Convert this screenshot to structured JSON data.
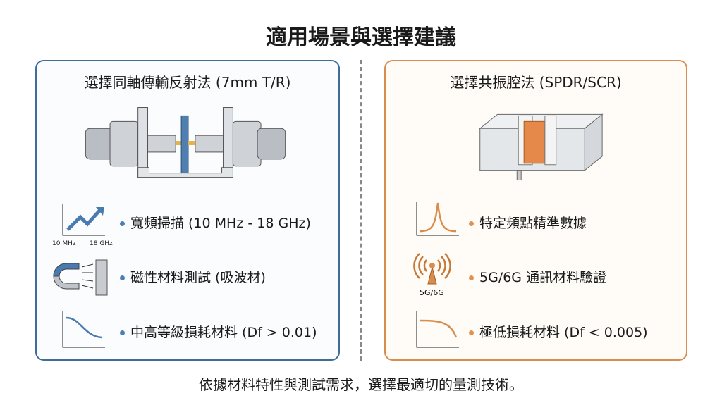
{
  "title": "適用場景與選擇建議",
  "left": {
    "title": "選擇同軸傳輸反射法 (7mm T/R)",
    "items": [
      {
        "text": "寬頻掃描 (10 MHz - 18 GHz)",
        "icon": "broadband-sweep-chart-icon",
        "axis_start": "10 MHz",
        "axis_end": "18 GHz"
      },
      {
        "text": "磁性材料測試 (吸波材)",
        "icon": "magnet-icon"
      },
      {
        "text": "中高等級損耗材料 (Df > 0.01)",
        "icon": "decreasing-curve-icon"
      }
    ],
    "color": "#3f6d98"
  },
  "right": {
    "title": "選擇共振腔法 (SPDR/SCR)",
    "items": [
      {
        "text": "特定頻點精準數據",
        "icon": "resonance-peak-icon"
      },
      {
        "text": "5G/6G 通訊材料驗證",
        "icon": "antenna-tower-icon",
        "icon_label": "5G/6G"
      },
      {
        "text": "極低損耗材料 (Df < 0.005)",
        "icon": "flat-curve-icon"
      }
    ],
    "color": "#d98d4c"
  },
  "footer": "依據材料特性與測試需求，選擇最適切的量測技術。"
}
